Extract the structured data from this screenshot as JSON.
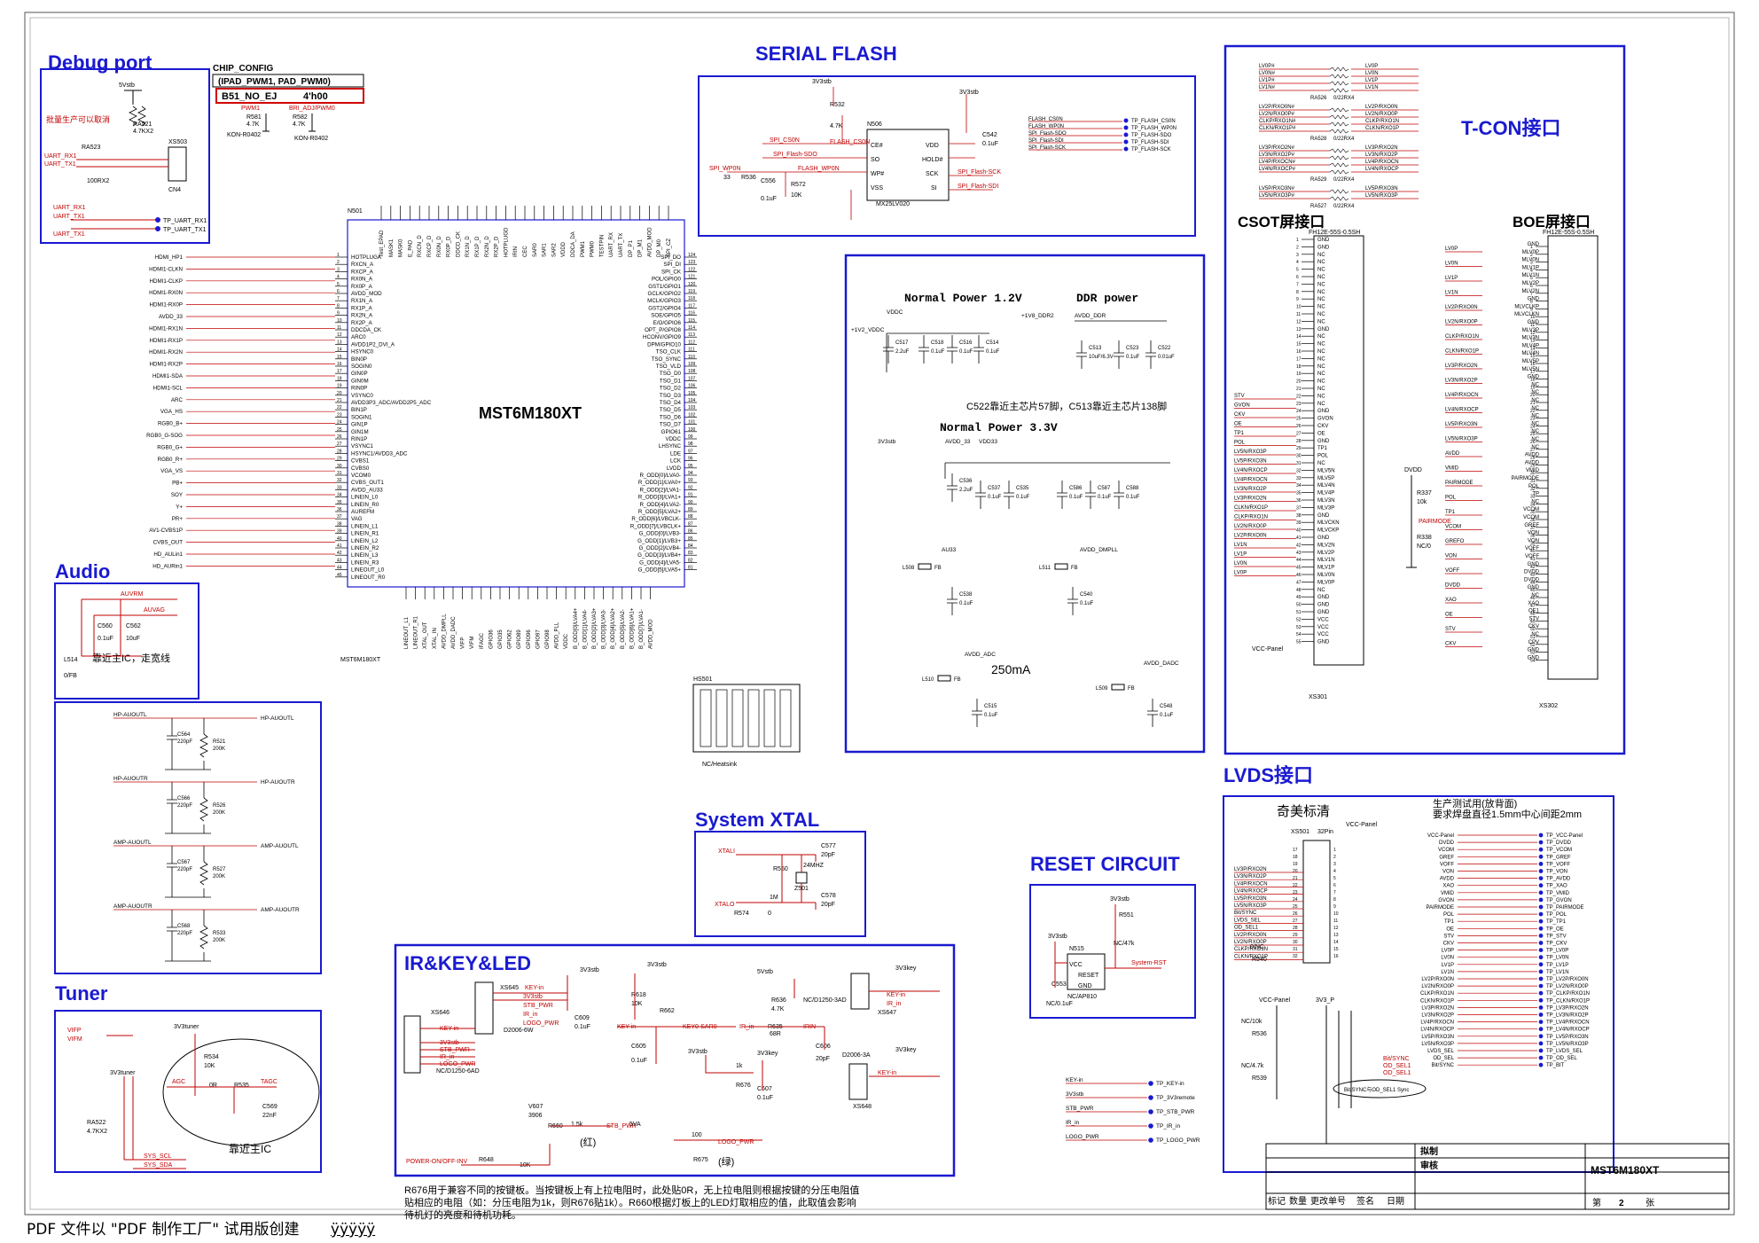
{
  "sections": {
    "debug_port": "Debug port",
    "serial_flash": "SERIAL FLASH",
    "tcon": "T-CON接口",
    "csot": "CSOT屏接口",
    "boe": "BOE屏接口",
    "lvds": "LVDS接口",
    "audio": "Audio",
    "tuner": "Tuner",
    "system_xtal": "System XTAL",
    "reset": "RESET CIRCUIT",
    "irkey": "IR&KEY&LED"
  },
  "chip": {
    "name": "MST6M180XT",
    "ref": "N501",
    "bottom_label": "MST6M180XT",
    "left_pins": [
      "HOTPLUGA",
      "RXCN_A",
      "RXCP_A",
      "RX0N_A",
      "RX0P_A",
      "AVDD_MOD",
      "RX1N_A",
      "RX1P_A",
      "RX2N_A",
      "RX2P_A",
      "DDCDA_CK",
      "ARC0",
      "AVDD1P2_DVI_A",
      "HSYNC0",
      "BIN0P",
      "SOGIN0",
      "GIN0P",
      "GIN0M",
      "RIN0P",
      "VSYNC0",
      "AVDD3P3_ADC/AVDD2P5_ADC",
      "BIN1P",
      "SOGIN1",
      "GIN1P",
      "GIN1M",
      "RIN1P",
      "VSYNC1",
      "HSYNC1/AVDD3_ADC",
      "CVBS1",
      "CVBS0",
      "VCOM0",
      "CVBS_OUT1",
      "AVDD_AU33",
      "LINEIN_L0",
      "LINEIN_R0",
      "AUREFM",
      "VAG",
      "LINEIN_L1",
      "LINEIN_R1",
      "LINEIN_L2",
      "LINEIN_R2",
      "LINEIN_L3",
      "LINEIN_R3",
      "LINEOUT_L0",
      "LINEOUT_R0"
    ],
    "right_pins": [
      "SPI_DO",
      "SPI_DI",
      "SPI_CK",
      "POL/GPIO0",
      "GST1/GPIO1",
      "GCLK/GPIO2",
      "MCLK/GPIO3",
      "GST2/GPIO4",
      "SOE/GPIO5",
      "E/O/GPIO6",
      "OPT_P/GPIO8",
      "HCONV/GPIO9",
      "DPM/GPIO10",
      "TSO_CLK",
      "TSO_SYNC",
      "TSO_VLD",
      "TSO_D0",
      "TSO_D1",
      "TSO_D2",
      "TSO_D3",
      "TSO_D4",
      "TSO_D5",
      "TSO_D6",
      "TSO_D7",
      "GPIO61",
      "VDDC",
      "LHSYNC",
      "LDE",
      "LCK",
      "LVDD",
      "R_ODD[0]/LVA0-",
      "R_ODD[1]/LVA0+",
      "R_ODD[2]/LVA1-",
      "R_ODD[3]/LVA1+",
      "R_ODD[4]/LVA2-",
      "R_ODD[5]/LVA2+",
      "R_ODD[6]/LVBCLK-",
      "R_ODD[7]/LVBCLK+",
      "G_ODD[0]/LVB3-",
      "G_ODD[1]/LVB3+",
      "G_ODD[2]/LVB4-",
      "G_ODD[3]/LVB4+",
      "G_ODD[4]/LVA5-",
      "G_ODD[5]/LVA5+"
    ],
    "top_pins": [
      "Test_EPAD",
      "MASK1",
      "MASK0",
      "E_PAD",
      "RXCN_D",
      "RXCP_D",
      "RX0N_D",
      "RX0P_D",
      "DDCD_CK",
      "RX1N_D",
      "RX1P_D",
      "RX2N_D",
      "RX2P_D",
      "HOTPLUGD",
      "IRIN",
      "CEC",
      "SAR0",
      "SAR1",
      "SAR2",
      "VDDD",
      "DDCA_DA",
      "PWM1",
      "PWM0",
      "TESTPIN",
      "UART_RX",
      "UART_TX",
      "DP_P1",
      "DP_M1",
      "AVDD_MOD",
      "DP_M0",
      "SPI_CZ"
    ],
    "bottom_pins": [
      "LINEOUT_L1",
      "LINEOUT_R1",
      "XTAL_OUT",
      "XTAL_IN",
      "AVDD_DMPLL",
      "AVDD_DADC",
      "VIFP",
      "VIFM",
      "IFAGC",
      "GPIO36",
      "GPIO35",
      "GPIO62",
      "GPIO89",
      "GPIO96",
      "GPIO97",
      "GPIO98",
      "AVDD_PLL",
      "VDDC",
      "B_ODD[0]/LVA4+",
      "B_ODD[1]/LVA4-",
      "B_ODD[2]/LVA3+",
      "B_ODD[3]/LVA3-",
      "B_ODD[4]/LVA2+",
      "B_ODD[5]/LVA2-",
      "B_ODD[6]/LVA1+",
      "B_ODD[7]/LVA1-",
      "AVDD_MOD"
    ]
  },
  "debug": {
    "note": "批量生产可以取消",
    "ref_ra521": "RA521",
    "val_ra521": "4.7KX2",
    "ref_ra523": "RA523",
    "val_ra523": "100RX2",
    "ref_xs503": "XS503",
    "ref_cn4": "CN4",
    "supply": "5Vstb",
    "nets": [
      "UART_RX1",
      "UART_TX1",
      "UART_RX1",
      "UART_TX1",
      "UART_RX1",
      "UART_TX1"
    ],
    "tps": [
      "TP_UART_RX1",
      "TP_UART_TX1"
    ]
  },
  "chip_config": {
    "title": "CHIP_CONFIG",
    "args": "(IPAD_PWM1, PAD_PWM0)",
    "code_label": "B51_NO_EJ",
    "code_value": "4'h00",
    "pwm1": "PWM1",
    "pwm0": "BRI_ADJ/PWM0",
    "r1": "R581",
    "r1v": "4.7K",
    "r2": "R582",
    "r2v": "4.7K",
    "kon1": "KON-R0402",
    "kon2": "KON-R0402"
  },
  "flash": {
    "ic_ref": "N506",
    "ic": "MX25LV020",
    "supply1": "3V3stb",
    "supply2": "3V3stb",
    "r532": "R532",
    "r532v": "4.7K",
    "c542": "C542",
    "c542v": "0.1uF",
    "c556": "C556",
    "c556v": "0.1uF",
    "r536": "R536",
    "r536v": "33",
    "r572": "R572",
    "r572v": "10K",
    "pins_left": [
      "CE#",
      "SO",
      "WP#",
      "VSS"
    ],
    "pins_right": [
      "VDD",
      "HOLD#",
      "SCK",
      "SI"
    ],
    "nets": [
      "SPI_CS0N",
      "SPI_Flash-SDO",
      "FLASH_WP0N",
      "SPI_WP0N",
      "FLASH_CS0N",
      "SPI_Flash-SCK",
      "SPI_Flash-SDI"
    ],
    "tp_nets": [
      "FLASH_CS0N",
      "FLASH_WP0N",
      "SPI_Flash-SDO",
      "SPI_Flash-SDI",
      "SPI_Flash-SCK"
    ],
    "tps": [
      "TP_FLASH_CS0N",
      "TP_FLASH_WP0N",
      "TP_FLASH-SDO",
      "TP_FLASH-SDI",
      "TP_FLASH-SCK"
    ]
  },
  "power": {
    "title_12": "Normal Power 1.2V",
    "title_ddr": "DDR power",
    "title_33": "Normal Power 3.3V",
    "note": "C522靠近主芯片57脚，C513靠近主芯片138脚",
    "current": "250mA",
    "rails": [
      "VDDC",
      "+1V2_VDDC",
      "+1V8_DDR2",
      "AVDD_DDR",
      "AVDD_33",
      "VDD33",
      "3V3stb",
      "AU33",
      "AVDD_DMPLL",
      "AVDD_ADC",
      "AVDD_DADC"
    ],
    "caps": [
      {
        "ref": "C517",
        "val": "2.2uF"
      },
      {
        "ref": "C518",
        "val": "0.1uF"
      },
      {
        "ref": "C516",
        "val": "0.1uF"
      },
      {
        "ref": "C514",
        "val": "0.1uF"
      },
      {
        "ref": "C513",
        "val": "10uF/6.3V"
      },
      {
        "ref": "C523",
        "val": "0.1uF"
      },
      {
        "ref": "C522",
        "val": "0.01uF"
      },
      {
        "ref": "C536",
        "val": "2.2uF"
      },
      {
        "ref": "C537",
        "val": "0.1uF"
      },
      {
        "ref": "C535",
        "val": "0.1uF"
      },
      {
        "ref": "C586",
        "val": "0.1uF"
      },
      {
        "ref": "C587",
        "val": "0.1uF"
      },
      {
        "ref": "C588",
        "val": "0.1uF"
      },
      {
        "ref": "C538",
        "val": "0.1uF"
      },
      {
        "ref": "C540",
        "val": "0.1uF"
      },
      {
        "ref": "C515",
        "val": "0.1uF"
      },
      {
        "ref": "C548",
        "val": "0.1uF"
      }
    ],
    "beads": [
      "L508",
      "L511",
      "L510",
      "L509",
      "FB",
      "FB",
      "FB",
      "FB"
    ]
  },
  "tcon": {
    "groups": [
      {
        "ref": "RA526",
        "val": "0/22RX4",
        "left": [
          "LV0P#",
          "LV0N#",
          "LV1P#",
          "LV1N#"
        ],
        "right": [
          "LV0P",
          "LV0N",
          "LV1P",
          "LV1N"
        ]
      },
      {
        "ref": "RA528",
        "val": "0/22RX4",
        "left": [
          "LV2P/RXO0N#",
          "LV2N/RXO0P#",
          "CLKP/RXO1N#",
          "CLKN/RXO1P#"
        ],
        "right": [
          "LV2P/RXO0N",
          "LV2N/RXO0P",
          "CLKP/RXO1N",
          "CLKN/RXO1P"
        ]
      },
      {
        "ref": "RA529",
        "val": "0/22RX4",
        "left": [
          "LV3P/RXO2N#",
          "LV3N/RXO2P#",
          "LV4P/RXOCN#",
          "LV4N/RXOCP#"
        ],
        "right": [
          "LV3P/RXO2N",
          "LV3N/RXO2P",
          "LV4P/RXOCN",
          "LV4N/RXOCP"
        ]
      },
      {
        "ref": "RA527",
        "val": "0/22RX4",
        "left": [
          "LV5P/RXO3N#",
          "LV5N/RXO3P#"
        ],
        "right": [
          "LV5P/RXO3N",
          "LV5N/RXO3P"
        ]
      }
    ]
  },
  "csot": {
    "conn": "FH12E-55S-0.5SH",
    "ref": "XS301",
    "vcc": "VCC-Panel",
    "pins": [
      "GND",
      "GND",
      "NC",
      "NC",
      "NC",
      "NC",
      "NC",
      "NC",
      "NC",
      "NC",
      "NC",
      "NC",
      "GND",
      "NC",
      "NC",
      "NC",
      "NC",
      "NC",
      "NC",
      "NC",
      "NC",
      "NC",
      "NC",
      "GND",
      "GVON",
      "CKV",
      "OE",
      "GND",
      "TP1",
      "POL",
      "NC",
      "MLV5N",
      "MLV5P",
      "MLV4N",
      "MLV4P",
      "MLV3N",
      "MLV3P",
      "GND",
      "MLVCKN",
      "MLVCKP",
      "GND",
      "MLV2N",
      "MLV2P",
      "MLV1N",
      "MLV1P",
      "MLV0N",
      "MLV0P",
      "NC",
      "GND",
      "GND",
      "GND",
      "VCC",
      "VCC",
      "VCC",
      "GND"
    ],
    "nets_left": [
      "STV",
      "GVON",
      "CKV",
      "OE",
      "TP1",
      "POL",
      "LV5N/RXO3P",
      "LV5P/RXO3N",
      "LV4N/RXOCP",
      "LV4P/RXOCN",
      "LV3N/RXO2P",
      "LV3P/RXO2N",
      "CLKN/RXO1P",
      "CLKP/RXO1N",
      "LV2N/RXO0P",
      "LV2P/RXO0N",
      "LV1N",
      "LV1P",
      "LV0N",
      "LV0P"
    ],
    "dvdd": "DVDD",
    "r337": "R337",
    "r337v": "10k",
    "r338": "R338",
    "r338v": "NC/0",
    "pairmode": "PAIRMODE"
  },
  "boe": {
    "conn": "FH12E-55S-0.5SH",
    "ref": "XS302",
    "pins": [
      "GND",
      "MLV0P",
      "MLV0N",
      "MLV1P",
      "MLV1N",
      "MLV2P",
      "MLV2N",
      "GND",
      "MLVCLKP",
      "MLVCLKN",
      "GND",
      "MLV3P",
      "MLV3N",
      "MLV4P",
      "MLV4N",
      "MLV5P",
      "MLV5N",
      "GND",
      "NC",
      "NC",
      "NC",
      "NC",
      "NC",
      "NC",
      "NC",
      "NC",
      "NC",
      "AVDD",
      "AVDD",
      "VMID",
      "PAIRMODE",
      "POL",
      "TP",
      "NC",
      "VCOM",
      "VCOM",
      "GREF",
      "VON",
      "VON",
      "VOFF",
      "VOFF",
      "GND",
      "DVDD",
      "DVDD",
      "GND",
      "NC",
      "XAO",
      "OE1",
      "STV",
      "CKV",
      "NC",
      "CPV",
      "GND",
      "GND"
    ],
    "nets_left": [
      "LV0P",
      "LV0N",
      "LV1P",
      "LV1N",
      "LV2P/RXO0N",
      "LV2N/RXO0P",
      "CLKP/RXO1N",
      "CLKN/RXO1P",
      "LV3P/RXO2N",
      "LV3N/RXO2P",
      "LV4P/RXOCN",
      "LV4N/RXOCP",
      "LV5P/RXO3N",
      "LV5N/RXO3P",
      "AVDD",
      "VMID",
      "PAIRMODE",
      "POL",
      "TP1",
      "VCOM",
      "GREFO",
      "VON",
      "VOFF",
      "DVDD",
      "XAO",
      "OE",
      "STV",
      "CKV"
    ]
  },
  "lvds": {
    "title_cn": "奇美标清",
    "test_note1": "生产测试用(放背面)",
    "test_note2": "要求焊盘直径1.5mm中心间距2mm",
    "conn_ref": "XS501",
    "conn_pins": "32Pin",
    "vcc": "VCC-Panel",
    "left_nets": [
      "LV3P/RXO2N",
      "LV3N/RXO2P",
      "LV4P/RXOCN",
      "LV4N/RXOCP",
      "LV5P/RXO3N",
      "LV5N/RXO3P",
      "Bit/SYNC",
      "LVDS_SEL",
      "OD_SEL1",
      "LV2P/RXO0N",
      "LV2N/RXO0P",
      "CLKP/RXO1N",
      "CLKN/RXO1P"
    ],
    "r540": "R540",
    "r540v": "0/NC",
    "tp_left": [
      "VCC-Panel",
      "DVDD",
      "VCOM",
      "GREF",
      "VOFF",
      "VON",
      "AVDD",
      "XAO",
      "VMID",
      "GVON",
      "PAIRMODE",
      "POL",
      "TP1",
      "OE",
      "STV",
      "CKV",
      "LV0P",
      "LV0N",
      "LV1P",
      "LV1N",
      "LV2P/RXO0N",
      "LV2N/RXO0P",
      "CLKP/RXO1N",
      "CLKN/RXO1P",
      "LV3P/RXO2N",
      "LV3N/RXO2P",
      "LV4P/RXOCN",
      "LV4N/RXOCP",
      "LV5P/RXO3N",
      "LV5N/RXO3P",
      "LVDS_SEL",
      "OD_SEL",
      "Bit/SYNC"
    ],
    "tps": [
      "TP_VCC-Panel",
      "TP_DVDD",
      "TP_VCOM",
      "TP_GREF",
      "TP_VOFF",
      "TP_VON",
      "TP_AVDD",
      "TP_XAO",
      "TP_VMID",
      "TP_GVON",
      "TP_PAIRMODE",
      "TP_POL",
      "TP_TP1",
      "TP_OE",
      "TP_STV",
      "TP_CKV",
      "TP_LV0P",
      "TP_LV0N",
      "TP_LV1P",
      "TP_LV1N",
      "TP_LV2P/RXO0N",
      "TP_LV2N/RXO0P",
      "TP_CLKP/RXO1N",
      "TP_CLKN/RXO1P",
      "TP_LV3P/RXO2N",
      "TP_LV3N/RXO2P",
      "TP_LV4P/RXOCN",
      "TP_LV4N/RXOCP",
      "TP_LV5P/RXO3N",
      "TP_LV5N/RXO3P",
      "TP_LVDS_SEL",
      "TP_OD_SEL",
      "TP_BIT"
    ],
    "vcc_panel2": "VCC-Panel",
    "r536": "R536",
    "r536v": "NC/10k",
    "r539": "R539",
    "r539v": "NC/4.7k",
    "v3p": "3V3_P",
    "bit_nets": [
      "Bit/SYNC",
      "OD_SEL1",
      "OD_SEL1"
    ],
    "note_bit": "Bit/SYNC与OD_SEL1 Sync"
  },
  "audio": {
    "nets": [
      "AUVRM",
      "AUVAG"
    ],
    "c560": "C560",
    "c560v": "0.1uF",
    "c562": "C562",
    "c562v": "10uF",
    "l514": "L514",
    "l514v": "0/FB",
    "note": "靠近主IC，走宽线",
    "outs": [
      {
        "net": "HP-AUOUTL",
        "c": "C564",
        "cv": "220pF",
        "r": "R521",
        "rv": "200K",
        "tp": "HP-AUOUTL"
      },
      {
        "net": "HP-AUOUTR",
        "c": "C566",
        "cv": "220pF",
        "r": "R526",
        "rv": "200K",
        "tp": "HP-AUOUTR"
      },
      {
        "net": "AMP-AUOUTL",
        "c": "C567",
        "cv": "220pF",
        "r": "R527",
        "rv": "200K",
        "tp": "AMP-AUOUTL"
      },
      {
        "net": "AMP-AUOUTR",
        "c": "C568",
        "cv": "220pF",
        "r": "R533",
        "rv": "200K",
        "tp": "AMP-AUOUTR"
      }
    ]
  },
  "tuner": {
    "nets": [
      "VIFP",
      "VIFM",
      "AGC",
      "TAGC",
      "SYS_SCL",
      "SYS_SDA"
    ],
    "supply": "3V3tuner",
    "supply2": "3V3tuner",
    "r534": "R534",
    "r534v": "10K",
    "r535": "R535",
    "r535v": "0R",
    "c569": "C569",
    "c569v": "22nF",
    "ra522": "RA522",
    "ra522v": "4.7KX2",
    "note": "靠近主IC"
  },
  "xtal": {
    "net_in": "XTALI",
    "net_out": "XTALO",
    "r550": "R550",
    "r550v": "1M",
    "r574": "R574",
    "r574v": "0",
    "c577": "C577",
    "c577v": "20pF",
    "c578": "C578",
    "c578v": "20pF",
    "xtal": "24MHZ",
    "zref": "Z501"
  },
  "reset": {
    "supply1": "3V3stb",
    "supply2": "3V3stb",
    "r551": "R551",
    "r551v": "NC/47k",
    "ic": "N515",
    "ic_pins": [
      "VCC",
      "RESET",
      "GND"
    ],
    "ic_part": "NC/AP810",
    "c553": "C553",
    "c553v": "NC/0.1uF",
    "net": "System-RST"
  },
  "irkey": {
    "xs646": "XS646",
    "xs646_part": "NC/D1250-6AD",
    "xs645": "XS645",
    "xs645_part": "D2006-6W",
    "nets": [
      "KEY-in",
      "3V3stb",
      "STB_PWR",
      "IR_in",
      "LOGO_PWR",
      "3V3key"
    ],
    "c609": "C609",
    "c609v": "0.1uF",
    "r618": "R618",
    "r618v": "10K",
    "r662": "R662",
    "c605": "C605",
    "c605v": "0.1uF",
    "r676": "R676",
    "r676v": "1k",
    "c607": "C607",
    "c607v": "0.1uF",
    "r636": "R636",
    "r636v": "4.7K",
    "r635": "R635",
    "r635v": "68R",
    "c606": "C606",
    "c606v": "20pF",
    "xs647": "XS647",
    "xs647_part": "NC/D1250-3AD",
    "xs648": "XS648",
    "xs648_part": "D2006-3A",
    "v607": "V607",
    "v607v": "3906",
    "r660": "R660",
    "r660v": "1.5k",
    "r648": "R648",
    "r648v": "10K",
    "r675": "R675",
    "r675v": "100",
    "red": "(红)",
    "green": "(绿)",
    "power_net": "POWER-ON/OFF-INV",
    "key_sar": "KEY0-SAR0",
    "ir_in": "IR_in",
    "irin": "IRIN",
    "v5va": "5VA",
    "v5vstb": "5Vstb",
    "tps": [
      "TP_KEY-in",
      "TP_3V3remote",
      "TP_STB_PWR",
      "TP_IR_in",
      "TP_LOGO_PWR"
    ],
    "tp_nets": [
      "KEY-in",
      "3V3stb",
      "STB_PWR",
      "IR_in",
      "LOGO_PWR"
    ],
    "note1": "R676用于兼容不同的按键板。当按键板上有上拉电阻时，此处贴0R，无上拉电阻则根据按键的分压电阻值",
    "note2": "贴相应的电阻（如：分压电阻为1k，则R676贴1k）。R660根据灯板上的LED灯取相应的值，此取值会影响",
    "note3": "待机灯的亮度和待机功耗。"
  },
  "hs501": {
    "ref": "HS501",
    "part": "NC/Heatsink"
  },
  "left_nets": [
    "HDMI_HP1",
    "HDMI1-CLKN",
    "HDMI1-CLKP",
    "HDMI1-RX0N",
    "HDMI1-RX0P",
    "AVDD_33",
    "HDMI1-RX1N",
    "HDMI1-RX1P",
    "HDMI1-RX2N",
    "HDMI1-RX2P",
    "HDMI1-SDA",
    "HDMI1-SCL",
    "ARC",
    "VGA_HS",
    "RGB0_B+",
    "RGB0_G-SOG",
    "RGB0_G+",
    "RGB0_R+",
    "VGA_VS",
    "PB+",
    "SOY",
    "Y+",
    "PR+",
    "AV1-CVBS1P",
    "CVBS_OUT",
    "HD_AULin1",
    "HD_AURin1"
  ],
  "title_block": {
    "drawn": "拟制",
    "review": "审核",
    "model": "MST6M180XT",
    "cols": [
      "标记",
      "数量",
      "更改单号",
      "签名",
      "日期"
    ],
    "sheet_pre": "第",
    "sheet_no": "2",
    "sheet_post": "张"
  },
  "footer": {
    "text": "PDF 文件以 \"PDF 制作工厂\" 试用版创建",
    "mark": "ÿÿÿÿÿ"
  }
}
